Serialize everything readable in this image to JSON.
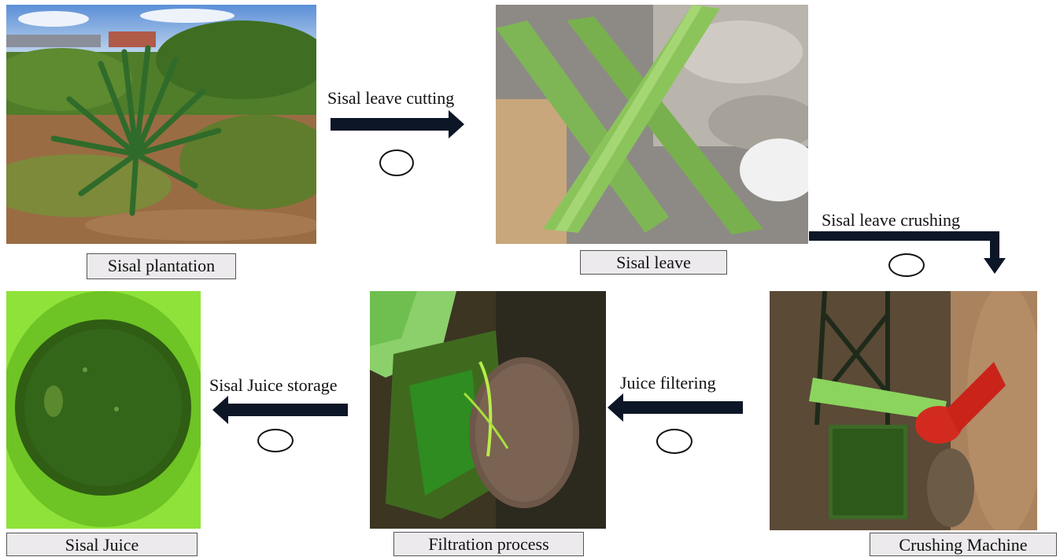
{
  "photos": {
    "plantation": "Sisal plantation",
    "leaf": "Sisal leave",
    "crusher": "Crushing Machine",
    "filtration": "Filtration process",
    "juice": "Sisal Juice"
  },
  "steps": {
    "cutting": "Sisal leave cutting",
    "crushing": "Sisal leave crushing",
    "filtering": "Juice filtering",
    "storage": "Sisal Juice storage"
  },
  "colors": {
    "arrow": "#0c1626",
    "label_bg": "#eceaec"
  }
}
